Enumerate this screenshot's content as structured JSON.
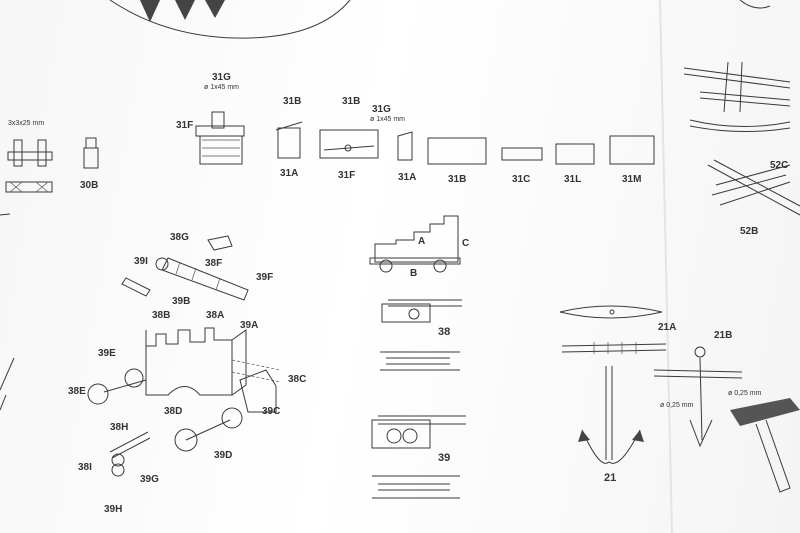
{
  "labels": {
    "l31G_top": "31G",
    "l45_top": "ø 1x45 mm",
    "l31F_left": "31F",
    "l31B_a": "31B",
    "l31B_b": "31B",
    "l31G_b": "31G",
    "l45_b": "ø 1x45 mm",
    "l3x3": "3x3x25 mm",
    "l30B": "30B",
    "l31A_a": "31A",
    "l31F_b": "31F",
    "l31A_b": "31A",
    "l31B_c": "31B",
    "l31C": "31C",
    "l31L": "31L",
    "l31M": "31M",
    "l52C": "52C",
    "l52B": "52B",
    "l38G": "38G",
    "l39I": "39I",
    "l38F": "38F",
    "l39F": "39F",
    "l39B": "39B",
    "l38B": "38B",
    "l38A": "38A",
    "l39A": "39A",
    "l39E": "39E",
    "l38E": "38E",
    "l38C": "38C",
    "l39C": "39C",
    "l38D": "38D",
    "l39D": "39D",
    "l38H": "38H",
    "l38I": "38I",
    "l39G": "39G",
    "l39H": "39H",
    "lA": "A",
    "lB": "B",
    "lC": "C",
    "l38": "38",
    "l39": "39",
    "l21A": "21A",
    "l21B": "21B",
    "l025a": "ø 0,25 mm",
    "l025b": "ø 0,25 mm",
    "l21": "21"
  }
}
